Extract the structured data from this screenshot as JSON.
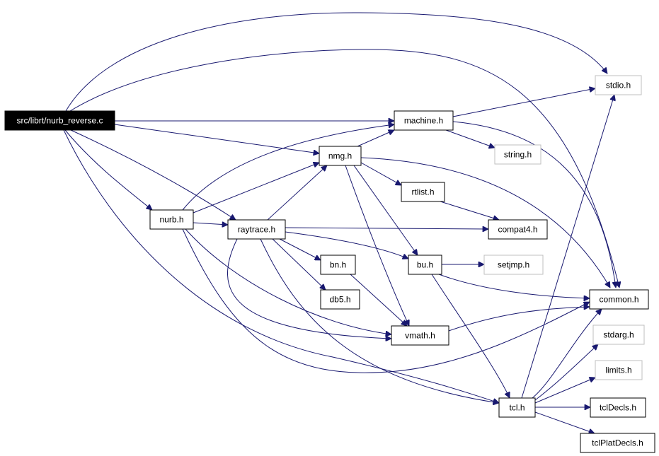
{
  "graph": {
    "colors": {
      "edge": "#191970",
      "node_border": "#000000",
      "external_border": "#bfbfbf",
      "root_fill": "#000000",
      "root_text": "#ffffff",
      "text": "#000000"
    },
    "nodes": [
      {
        "id": "root",
        "label": "src/librt/nurb_reverse.c",
        "style": "root"
      },
      {
        "id": "machine",
        "label": "machine.h",
        "style": "normal"
      },
      {
        "id": "stdio",
        "label": "stdio.h",
        "style": "external"
      },
      {
        "id": "string",
        "label": "string.h",
        "style": "external"
      },
      {
        "id": "nmg",
        "label": "nmg.h",
        "style": "normal"
      },
      {
        "id": "rtlist",
        "label": "rtlist.h",
        "style": "normal"
      },
      {
        "id": "nurb",
        "label": "nurb.h",
        "style": "normal"
      },
      {
        "id": "raytrace",
        "label": "raytrace.h",
        "style": "normal"
      },
      {
        "id": "compat4",
        "label": "compat4.h",
        "style": "normal"
      },
      {
        "id": "bn",
        "label": "bn.h",
        "style": "normal"
      },
      {
        "id": "bu",
        "label": "bu.h",
        "style": "normal"
      },
      {
        "id": "setjmp",
        "label": "setjmp.h",
        "style": "external"
      },
      {
        "id": "db5",
        "label": "db5.h",
        "style": "normal"
      },
      {
        "id": "common",
        "label": "common.h",
        "style": "normal"
      },
      {
        "id": "vmath",
        "label": "vmath.h",
        "style": "normal"
      },
      {
        "id": "stdarg",
        "label": "stdarg.h",
        "style": "external"
      },
      {
        "id": "limits",
        "label": "limits.h",
        "style": "external"
      },
      {
        "id": "tcl",
        "label": "tcl.h",
        "style": "normal"
      },
      {
        "id": "tclDecls",
        "label": "tclDecls.h",
        "style": "normal"
      },
      {
        "id": "tclPlatDecls",
        "label": "tclPlatDecls.h",
        "style": "normal"
      }
    ],
    "edges": [
      {
        "from": "root",
        "to": "stdio"
      },
      {
        "from": "root",
        "to": "common"
      },
      {
        "from": "root",
        "to": "machine"
      },
      {
        "from": "root",
        "to": "nmg"
      },
      {
        "from": "root",
        "to": "nurb"
      },
      {
        "from": "root",
        "to": "raytrace"
      },
      {
        "from": "root",
        "to": "tcl"
      },
      {
        "from": "machine",
        "to": "stdio"
      },
      {
        "from": "machine",
        "to": "string"
      },
      {
        "from": "machine",
        "to": "common"
      },
      {
        "from": "nmg",
        "to": "machine"
      },
      {
        "from": "nmg",
        "to": "rtlist"
      },
      {
        "from": "nmg",
        "to": "common"
      },
      {
        "from": "nmg",
        "to": "bu"
      },
      {
        "from": "nmg",
        "to": "vmath"
      },
      {
        "from": "rtlist",
        "to": "compat4"
      },
      {
        "from": "nurb",
        "to": "machine"
      },
      {
        "from": "nurb",
        "to": "nmg"
      },
      {
        "from": "nurb",
        "to": "raytrace"
      },
      {
        "from": "nurb",
        "to": "vmath"
      },
      {
        "from": "nurb",
        "to": "common"
      },
      {
        "from": "raytrace",
        "to": "nmg"
      },
      {
        "from": "raytrace",
        "to": "compat4"
      },
      {
        "from": "raytrace",
        "to": "bn"
      },
      {
        "from": "raytrace",
        "to": "db5"
      },
      {
        "from": "raytrace",
        "to": "bu"
      },
      {
        "from": "raytrace",
        "to": "tcl"
      },
      {
        "from": "raytrace",
        "to": "vmath"
      },
      {
        "from": "bu",
        "to": "setjmp"
      },
      {
        "from": "bu",
        "to": "common"
      },
      {
        "from": "bu",
        "to": "tcl"
      },
      {
        "from": "bn",
        "to": "vmath"
      },
      {
        "from": "vmath",
        "to": "common"
      },
      {
        "from": "tcl",
        "to": "stdio"
      },
      {
        "from": "tcl",
        "to": "common"
      },
      {
        "from": "tcl",
        "to": "stdarg"
      },
      {
        "from": "tcl",
        "to": "limits"
      },
      {
        "from": "tcl",
        "to": "tclDecls"
      },
      {
        "from": "tcl",
        "to": "tclPlatDecls"
      }
    ]
  }
}
